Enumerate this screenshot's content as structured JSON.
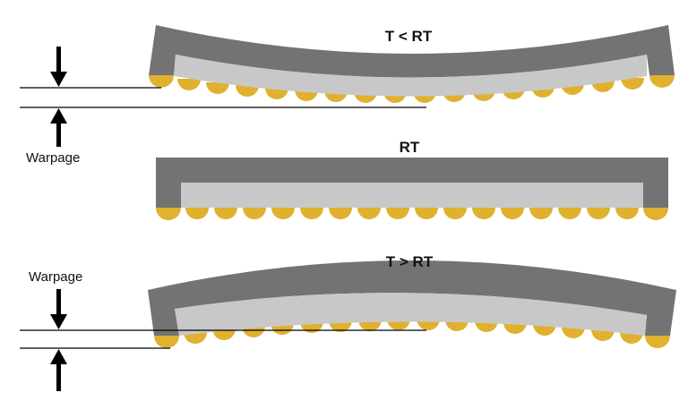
{
  "diagram": {
    "panels": [
      {
        "id": "cold",
        "title": "T < RT",
        "curvature": "concave-up",
        "warpage_label": "Warpage"
      },
      {
        "id": "room",
        "title": "RT",
        "curvature": "flat",
        "warpage_label": ""
      },
      {
        "id": "hot",
        "title": "T > RT",
        "curvature": "convex-up",
        "warpage_label": "Warpage"
      }
    ],
    "colors": {
      "substrate": "#737373",
      "die": "#c8c8c8",
      "solder_ball": "#e0b12e",
      "line": "#000000",
      "text": "#111111"
    },
    "solder_ball_count": 18
  }
}
